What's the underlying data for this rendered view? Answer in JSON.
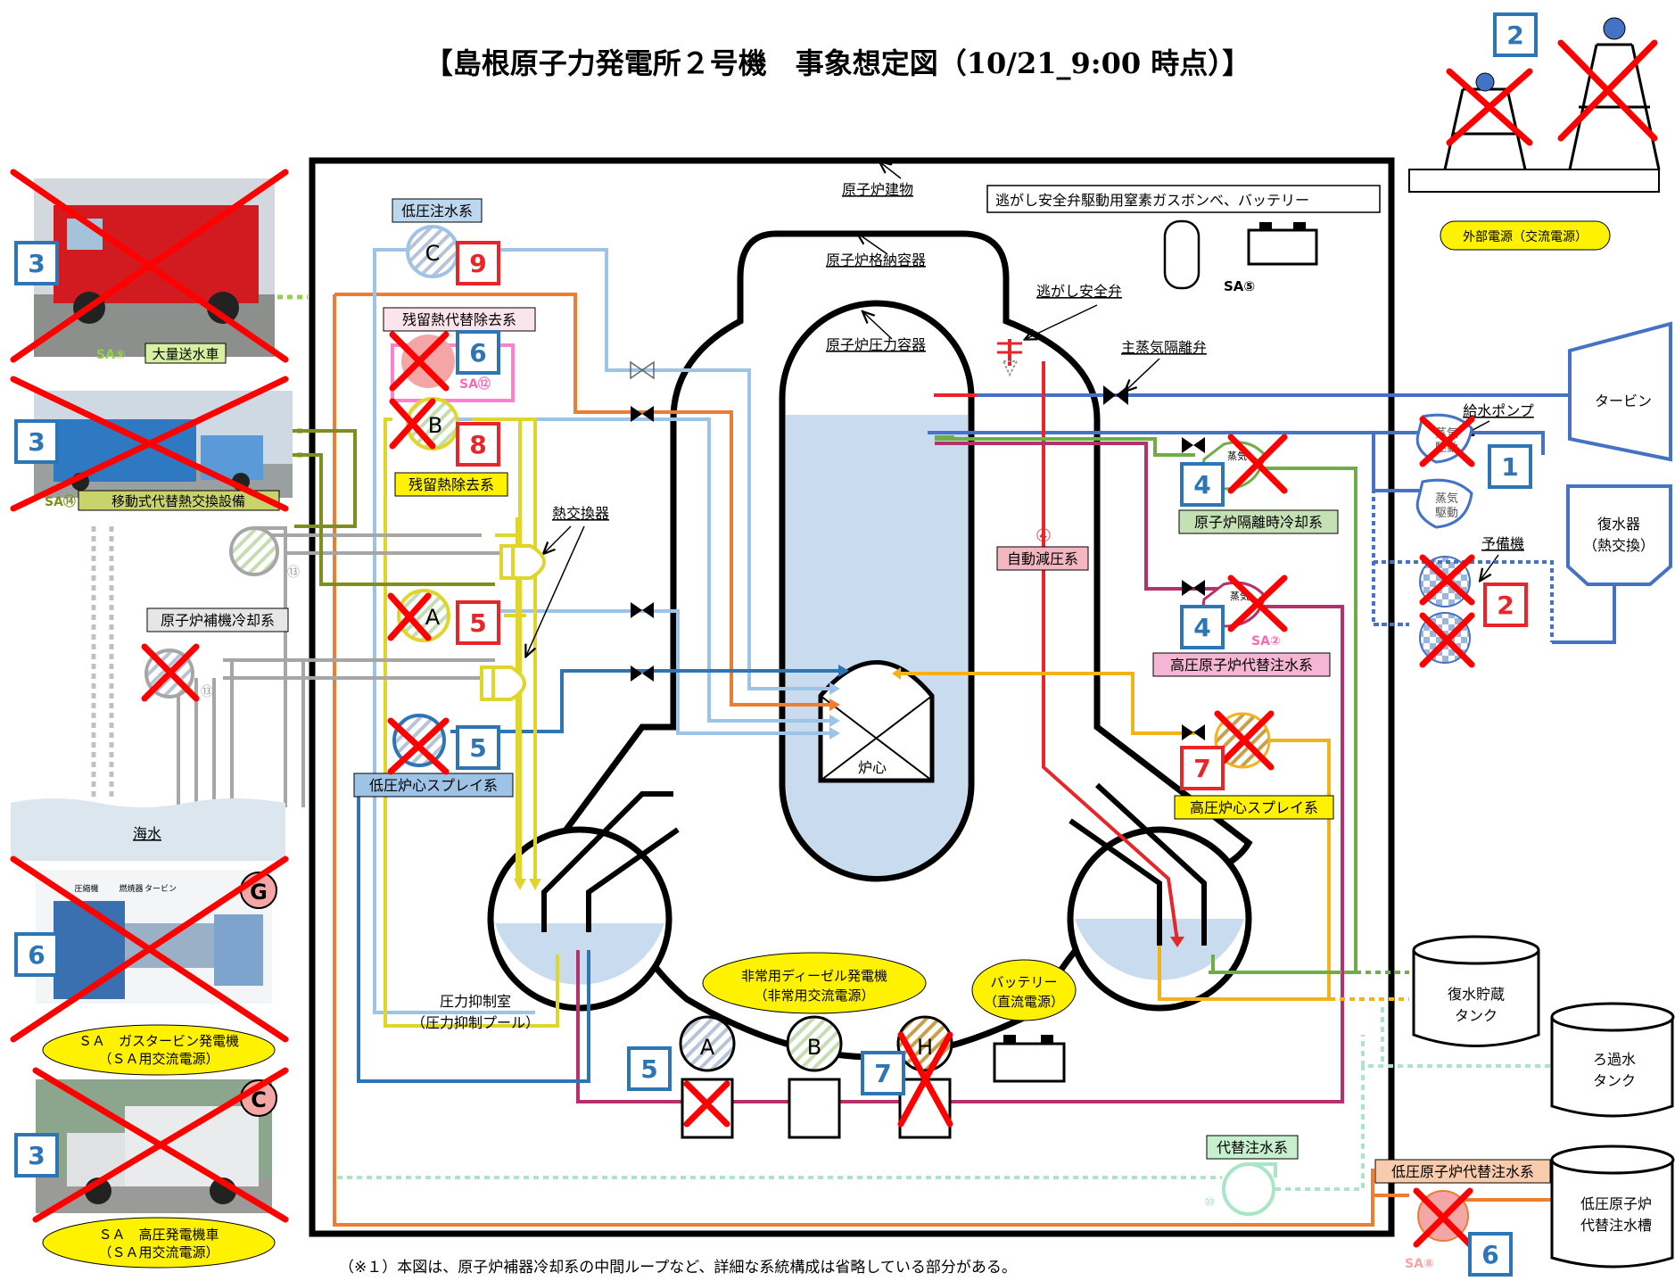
{
  "title": "【島根原子力発電所２号機　事象想定図（10/21_9:00 時点）】",
  "footnote": "（※１）本図は、原子炉補器冷却系の中間ループなど、詳細な系統構成は省略している部分がある。",
  "colors": {
    "frame": "#000000",
    "water": "#c9dcef",
    "low_pressure_injection": "#9dc3e6",
    "residual_heat_removal": "#e0d52a",
    "rhr_alt": "#d89bd0",
    "feedwater": "#4472c4",
    "rcic": "#70ad47",
    "hpac": "#b5316b",
    "hpcs": "#f3b21a",
    "ads": "#e8262a",
    "orange_line": "#ed7d31",
    "cooling": "#a6a6a6",
    "alternate": "#a9e5c6",
    "cross": "#ff0000",
    "badge_blue": "#2e75b6",
    "badge_red": "#e8262a",
    "note_yellow": "#fff200"
  },
  "labels": {
    "reactor_building": "原子炉建物",
    "containment": "原子炉格納容器",
    "pressure_vessel": "原子炉圧力容器",
    "nitrogen_battery": "逃がし安全弁駆動用窒素ガスボンベ、バッテリー",
    "sa5": "SA⑤",
    "srv": "逃がし安全弁",
    "msiv": "主蒸気隔離弁",
    "turbine": "タービン",
    "condenser_line1": "復水器",
    "condenser_line2": "（熱交換）",
    "feedwater_pump": "給水ポンプ",
    "spare_unit": "予備機",
    "steam_label": "蒸気",
    "steam_driven": "駆動",
    "external_power": "外部電源（交流電源）",
    "lpci": "低圧注水系",
    "rhr_alt": "残留熱代替除去系",
    "sa12": "SA⑫",
    "rhr": "残留熱除去系",
    "heat_exchanger": "熱交換器",
    "rccw": "原子炉補機冷却系",
    "lpcs": "低圧炉心スプレイ系",
    "ads_num": "④",
    "ads": "自動減圧系",
    "rcic": "原子炉隔離時冷却系",
    "hpac": "高圧原子炉代替注水系",
    "sa2": "SA②",
    "hpcs": "高圧炉心スプレイ系",
    "core": "炉心",
    "seawater": "海水",
    "suppression_line1": "圧力抑制室",
    "suppression_line2": "（圧力抑制プール）",
    "edg_line1": "非常用ディーゼル発電機",
    "edg_line2": "（非常用交流電源）",
    "battery_line1": "バッテリー",
    "battery_line2": "（直流電源）",
    "cst_line1": "復水貯蔵",
    "cst_line2": "タンク",
    "filtered_line1": "ろ過水",
    "filtered_line2": "タンク",
    "alt_injection": "代替注水系",
    "lp_alt_injection": "低圧原子炉代替注水系",
    "lp_tank_line1": "低圧原子炉",
    "lp_tank_line2": "代替注水槽",
    "sa8": "SA⑧",
    "sa9": "SA⑨",
    "mass_water_truck": "大量送水車",
    "sa14": "SA⑭",
    "mobile_hx": "移動式代替熱交換設備",
    "gtg_line1": "ＳＡ　ガスタービン発電機",
    "gtg_line2": "（ＳＡ用交流電源）",
    "hv_truck_line1": "ＳＡ　高圧発電機車",
    "hv_truck_line2": "（ＳＡ用交流電源）",
    "photo_compressor": "圧縮機",
    "photo_combustor": "燃焼器",
    "photo_turbine": "タービン",
    "pump_c": "C",
    "pump_b": "B",
    "pump_a": "A",
    "dg_a": "A",
    "dg_b": "B",
    "dg_h": "H",
    "circle_13": "⑬",
    "circle_10": "⑩",
    "badge_g": "G",
    "badge_c": "C"
  },
  "badges": {
    "b2_top": "2",
    "b3_truck": "3",
    "b3_hx": "3",
    "b6_gtg": "6",
    "b3_hvtruck": "3",
    "b9": "9",
    "b6_rhralt": "6",
    "b8": "8",
    "b5_a": "5",
    "b5_lpcs": "5",
    "b1": "1",
    "b2_spare": "2",
    "b4_rcic": "4",
    "b4_hpac": "4",
    "b7_hpcs": "7",
    "b5_dg": "5",
    "b7_dg": "7",
    "b6_lp": "6"
  }
}
